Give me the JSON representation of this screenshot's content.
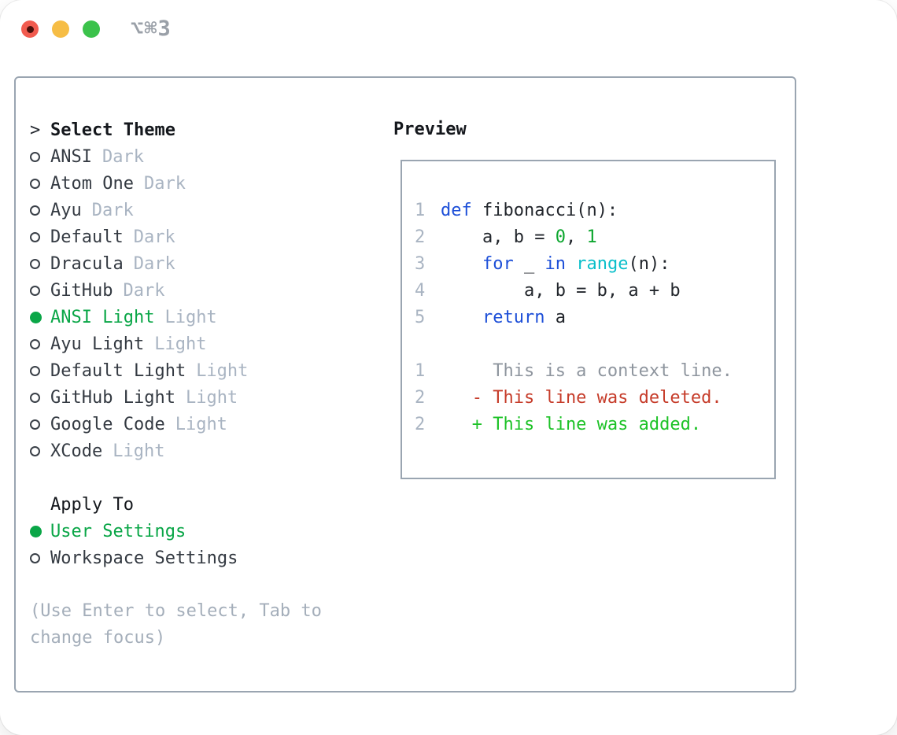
{
  "window": {
    "title": "⌥⌘3"
  },
  "titlebar": {
    "buttons": [
      "close",
      "minimize",
      "zoom"
    ]
  },
  "theme_list": {
    "prompt": ">",
    "header": "Select Theme",
    "items": [
      {
        "label": "ANSI",
        "tag": "Dark",
        "selected": false
      },
      {
        "label": "Atom One",
        "tag": "Dark",
        "selected": false
      },
      {
        "label": "Ayu",
        "tag": "Dark",
        "selected": false
      },
      {
        "label": "Default",
        "tag": "Dark",
        "selected": false
      },
      {
        "label": "Dracula",
        "tag": "Dark",
        "selected": false
      },
      {
        "label": "GitHub",
        "tag": "Dark",
        "selected": false
      },
      {
        "label": "ANSI Light",
        "tag": "Light",
        "selected": true
      },
      {
        "label": "Ayu Light",
        "tag": "Light",
        "selected": false
      },
      {
        "label": "Default Light",
        "tag": "Light",
        "selected": false
      },
      {
        "label": "GitHub Light",
        "tag": "Light",
        "selected": false
      },
      {
        "label": "Google Code",
        "tag": "Light",
        "selected": false
      },
      {
        "label": "XCode",
        "tag": "Light",
        "selected": false
      }
    ]
  },
  "apply_to": {
    "header": "Apply To",
    "options": [
      {
        "label": "User Settings",
        "selected": true
      },
      {
        "label": "Workspace Settings",
        "selected": false
      }
    ]
  },
  "help_text": "(Use Enter to select, Tab to change focus)",
  "preview": {
    "header": "Preview",
    "code_lines": [
      {
        "num": "1",
        "tokens": [
          {
            "t": "def",
            "c": "kw"
          },
          {
            "t": " fibonacci(n):",
            "c": "fg"
          }
        ]
      },
      {
        "num": "2",
        "tokens": [
          {
            "t": "    a, b = ",
            "c": "fg"
          },
          {
            "t": "0",
            "c": "num"
          },
          {
            "t": ", ",
            "c": "fg"
          },
          {
            "t": "1",
            "c": "num"
          }
        ]
      },
      {
        "num": "3",
        "tokens": [
          {
            "t": "    ",
            "c": "fg"
          },
          {
            "t": "for",
            "c": "kw"
          },
          {
            "t": " _ ",
            "c": "fg"
          },
          {
            "t": "in",
            "c": "kw"
          },
          {
            "t": " ",
            "c": "fg"
          },
          {
            "t": "range",
            "c": "fn"
          },
          {
            "t": "(n):",
            "c": "fg"
          }
        ]
      },
      {
        "num": "4",
        "tokens": [
          {
            "t": "        a, b = b, a + b",
            "c": "fg"
          }
        ]
      },
      {
        "num": "5",
        "tokens": [
          {
            "t": "    ",
            "c": "fg"
          },
          {
            "t": "return",
            "c": "kw"
          },
          {
            "t": " a",
            "c": "fg"
          }
        ]
      }
    ],
    "diff_lines": [
      {
        "num": "1",
        "text": "     This is a context line.",
        "kind": "context"
      },
      {
        "num": "2",
        "text": "   - This line was deleted.",
        "kind": "deleted"
      },
      {
        "num": "2",
        "text": "   + This line was added.",
        "kind": "added"
      }
    ]
  },
  "colors": {
    "selected_green": "#0aa647",
    "keyword_blue": "#1d4fd8",
    "function_cyan": "#0abfca",
    "number_green": "#0ca62e",
    "diff_added_green": "#1dc227",
    "diff_deleted_red": "#c63c2a",
    "diff_context_gray": "#8e959e",
    "line_number_gray": "#a9b4c2",
    "tag_gray": "#a9b4c2",
    "help_gray": "#a4aeba",
    "border_gray": "#9aa5b1",
    "title_gray": "#9aa0a8",
    "traffic_red": "#f15b4f",
    "traffic_yellow": "#f6bd45",
    "traffic_green": "#3bc24b"
  }
}
